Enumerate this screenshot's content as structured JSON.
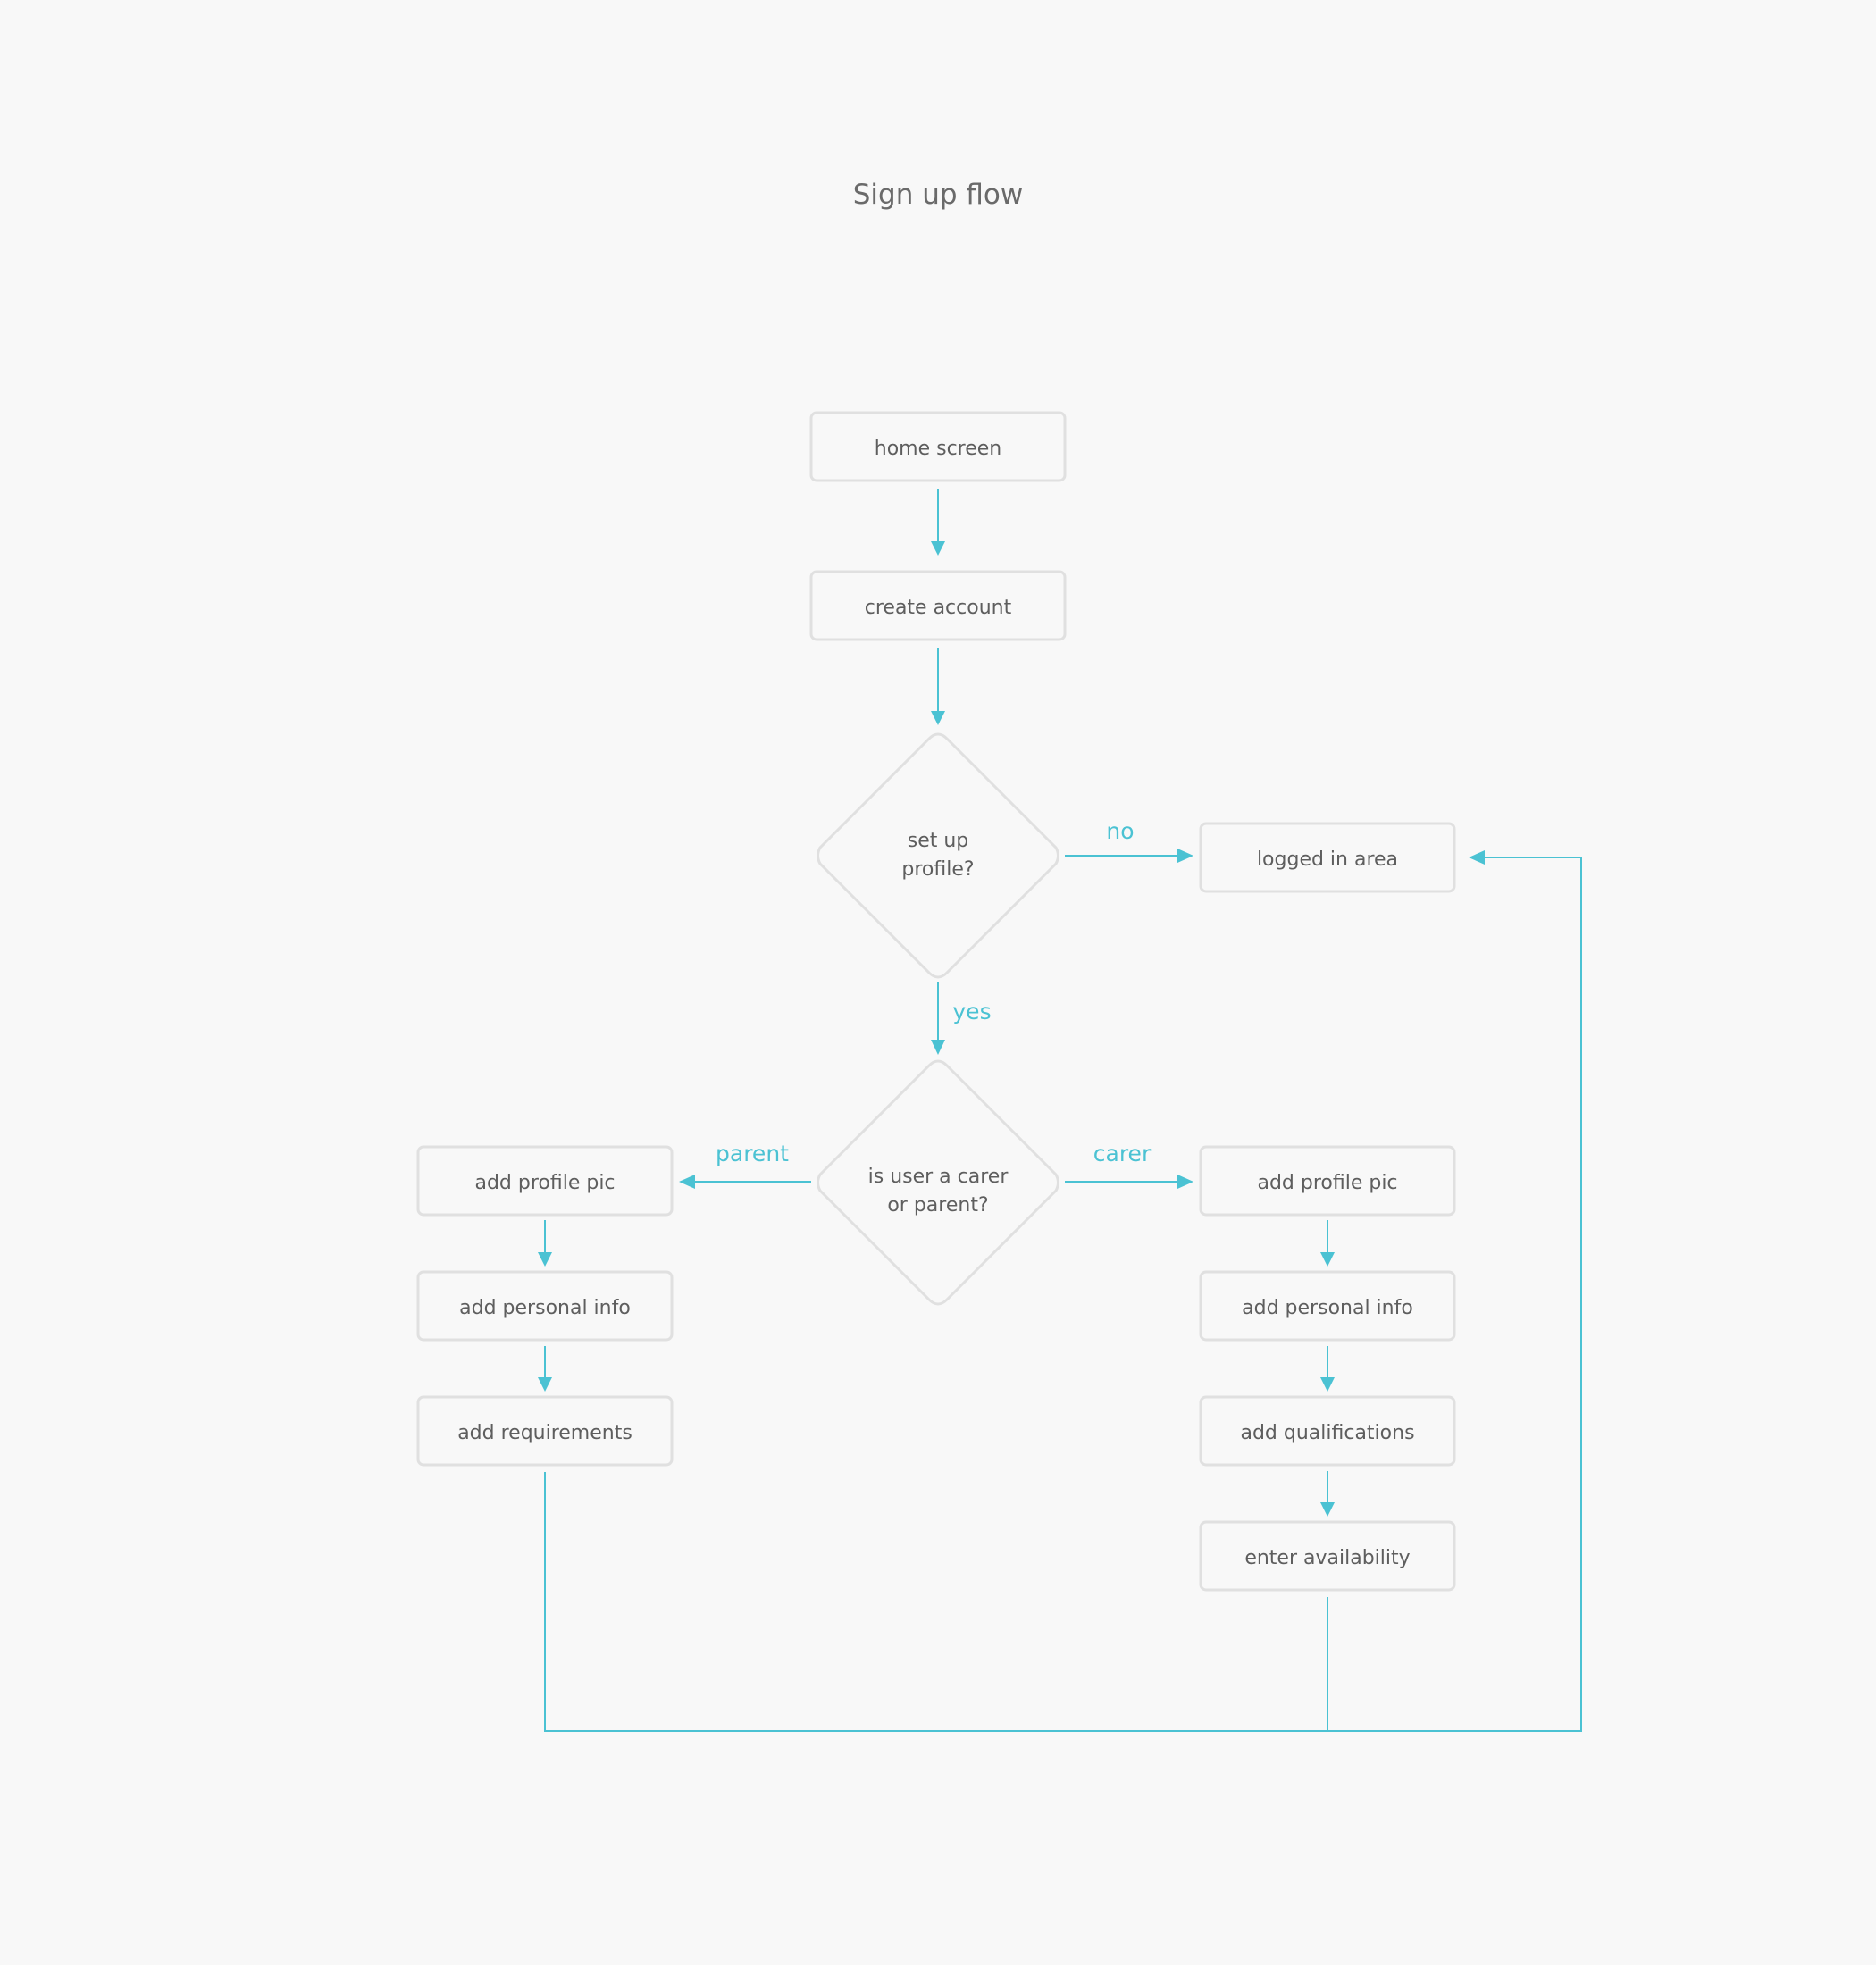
{
  "title": "Sign up flow",
  "colors": {
    "background": "#f8f8f8",
    "node_border": "#e0e0e0",
    "connector": "#4bc2d3",
    "text": "#5e5e5e"
  },
  "nodes": {
    "home_screen": "home screen",
    "create_account": "create account",
    "setup_profile_q": [
      "set up",
      "profile?"
    ],
    "logged_in_area": "logged in area",
    "carer_or_parent_q": [
      "is user a carer",
      "or parent?"
    ],
    "parent_profile_pic": "add profile pic",
    "parent_personal_info": "add personal info",
    "parent_requirements": "add requirements",
    "carer_profile_pic": "add profile pic",
    "carer_personal_info": "add personal info",
    "carer_qualifications": "add qualifications",
    "carer_availability": "enter availability"
  },
  "edge_labels": {
    "no": "no",
    "yes": "yes",
    "parent": "parent",
    "carer": "carer"
  }
}
